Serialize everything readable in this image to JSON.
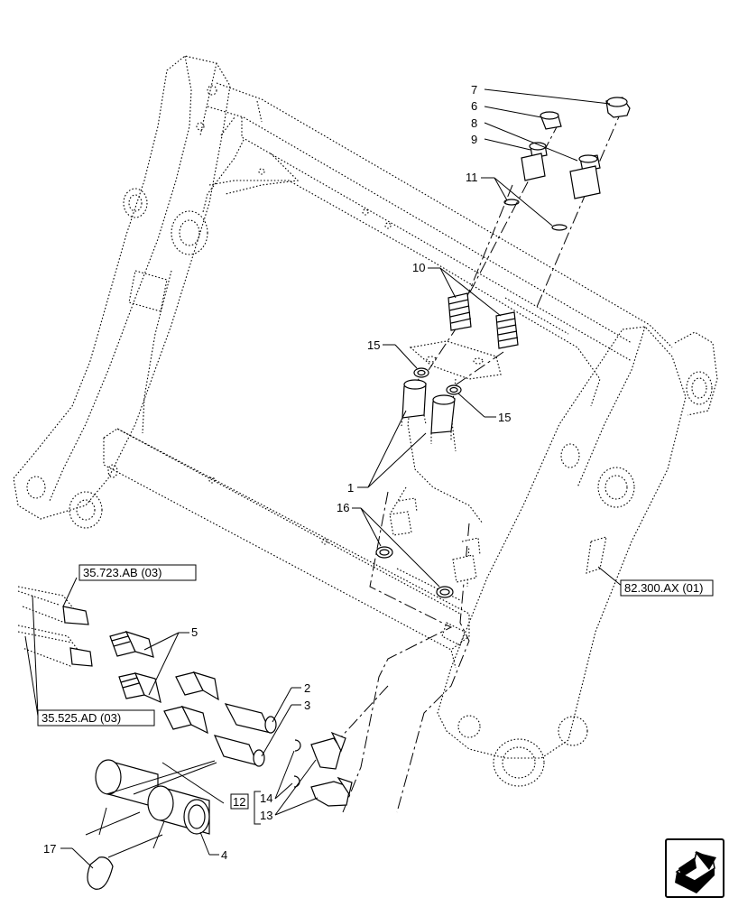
{
  "callouts": {
    "c1": "1",
    "c2": "2",
    "c3": "3",
    "c4": "4",
    "c5": "5",
    "c6": "6",
    "c7": "7",
    "c8": "8",
    "c9": "9",
    "c10": "10",
    "c11": "11",
    "c12": "12",
    "c13": "13",
    "c14": "14",
    "c15a": "15",
    "c15b": "15",
    "c16": "16",
    "c17": "17"
  },
  "references": {
    "ref_a": "35.723.AB (03)",
    "ref_b": "35.525.AD (03)",
    "ref_c": "82.300.AX (01)"
  },
  "icons": {
    "nav": "next-page-arrow-icon"
  }
}
